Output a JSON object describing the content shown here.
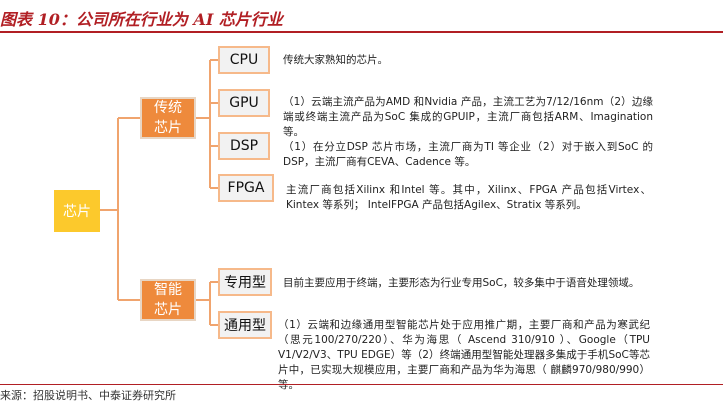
{
  "title": "图表 10：公司所在行业为 AI 芯片行业",
  "source": "来源：招股说明书、中泰证券研究所",
  "root": {
    "label": "芯片"
  },
  "groups": [
    {
      "label_lines": [
        "传统",
        "芯片"
      ],
      "items": [
        {
          "label": "CPU",
          "desc": "传统大家熟知的芯片。"
        },
        {
          "label": "GPU",
          "desc": "（1）云端主流产品为AMD 和Nvidia 产品，主流工艺为7/12/16nm（2）边缘端或终端主流产品为SoC 集成的GPUIP，主流厂商包括ARM、Imagination 等。"
        },
        {
          "label": "DSP",
          "desc": "（1）在分立DSP 芯片市场，主流厂商为TI 等企业（2）对于嵌入到SoC 的DSP，主流厂商有CEVA、Cadence 等。"
        },
        {
          "label": "FPGA",
          "desc": "主流厂商包括Xilinx 和Intel 等。其中，Xilinx、FPGA 产品包括Virtex、Kintex 等系列； IntelFPGA 产品包括Agilex、Stratix 等系列。"
        }
      ]
    },
    {
      "label_lines": [
        "智能",
        "芯片"
      ],
      "items": [
        {
          "label": "专用型",
          "desc": "目前主要应用于终端，主要形态为行业专用SoC，较多集中于语音处理领域。"
        },
        {
          "label": "通用型",
          "desc": "（1）云端和边缘通用型智能芯片处于应用推广期，主要厂商和产品为寒武纪（思元100/270/220）、华为海思（ Ascend 310/910 ）、Google（TPU V1/V2/V3、TPU EDGE）等（2）终端通用型智能处理器多集成于手机SoC等芯片中，已实现大规模应用，主要厂商和产品为华为海思（ 麒麟970/980/990）等。"
        }
      ]
    }
  ]
}
